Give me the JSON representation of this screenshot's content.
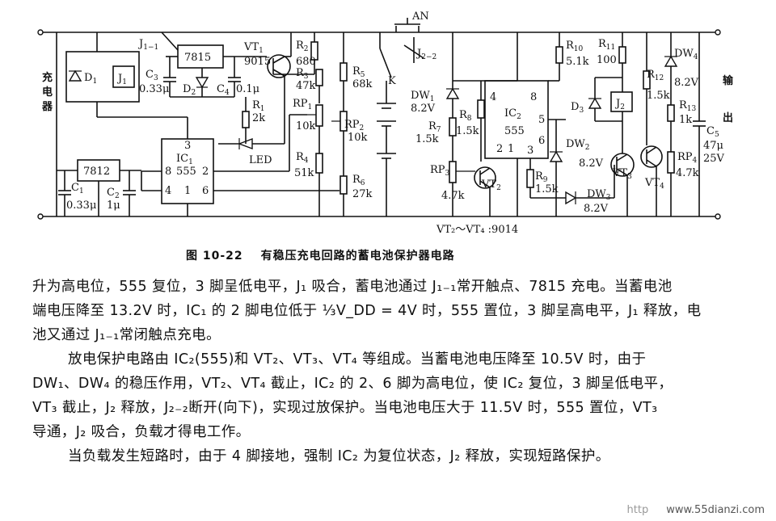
{
  "figure": {
    "labels": {
      "charge": [
        "充",
        "电",
        "器"
      ],
      "output": [
        "输",
        "出"
      ],
      "D1": "D",
      "D1_sub": "1",
      "J1": "J",
      "J1_sub": "1",
      "J1_1": "J",
      "J1_1_sub": "1−1",
      "reg7815": "7815",
      "reg7812": "7812",
      "C3": "C",
      "C3_sub": "3",
      "C3_val": "0.33μ",
      "D2": "D",
      "D2_sub": "2",
      "C4": "C",
      "C4_sub": "4",
      "C4_val": "0.1μ",
      "VT1": "VT",
      "VT1_sub": "1",
      "VT1_val": "9015",
      "R2": "R",
      "R2_sub": "2",
      "R2_val": "680",
      "R3": "R",
      "R3_sub": "3",
      "R3_val": "47k",
      "R1": "R",
      "R1_sub": "1",
      "R1_val": "2k",
      "LED": "LED",
      "RP1": "RP",
      "RP1_sub": "1",
      "RP1_val": "10k",
      "R4": "R",
      "R4_sub": "4",
      "R4_val": "51k",
      "IC1": "IC",
      "IC1_sub": "1",
      "IC1_555": "555",
      "IC1_pins": [
        "3",
        "8",
        "2",
        "4",
        "1",
        "6"
      ],
      "C1": "C",
      "C1_sub": "1",
      "C1_val": "0.33μ",
      "C2": "C",
      "C2_sub": "2",
      "C2_val": "1μ",
      "R5": "R",
      "R5_sub": "5",
      "R5_val": "68k",
      "RP2": "RP",
      "RP2_sub": "2",
      "RP2_val": "10k",
      "R6": "R",
      "R6_sub": "6",
      "R6_val": "27k",
      "K": "K",
      "AN": "AN",
      "J2_2": "J",
      "J2_2_sub": "2−2",
      "DW1": "DW",
      "DW1_sub": "1",
      "DW1_val": "8.2V",
      "R7": "R",
      "R7_sub": "7",
      "R7_val": "1.5k",
      "R8": "R",
      "R8_sub": "8",
      "R8_val": "1.5k",
      "RP3": "RP",
      "RP3_sub": "3",
      "RP3_val": "4.7k",
      "VT2": "VT",
      "VT2_sub": "2",
      "IC2": "IC",
      "IC2_sub": "2",
      "IC2_555": "555",
      "IC2_pins": [
        "4",
        "8",
        "5",
        "6",
        "2",
        "1",
        "3"
      ],
      "R9": "R",
      "R9_sub": "9",
      "R9_val": "1.5k",
      "R10": "R",
      "R10_sub": "10",
      "R10_val": "5.1k",
      "R11": "R",
      "R11_sub": "11",
      "R11_val": "100",
      "D3": "D",
      "D3_sub": "3",
      "J2": "J",
      "J2_sub": "2",
      "DW2": "DW",
      "DW2_sub": "2",
      "DW2_val": "8.2V",
      "DW3": "DW",
      "DW3_sub": "3",
      "DW3_val": "8.2V",
      "VT3": "VT",
      "VT3_sub": "3",
      "R12": "R",
      "R12_sub": "12",
      "R12_val": "1.5k",
      "R13": "R",
      "R13_sub": "13",
      "R13_val": "1k",
      "VT4": "VT",
      "VT4_sub": "4",
      "RP4": "RP",
      "RP4_sub": "4",
      "RP4_val": "4.7k",
      "DW4": "DW",
      "DW4_sub": "4",
      "DW4_val": "8.2V",
      "C5": "C",
      "C5_sub": "5",
      "C5_val1": "47μ",
      "C5_val2": "25V",
      "transistor_note": "VT₂～VT₄ :9014"
    }
  },
  "caption": {
    "number": "图 10-22",
    "title": "有稳压充电回路的蓄电池保护器电路"
  },
  "paragraphs": [
    "升为高电位，555 复位，3 脚呈低电平，J₁ 吸合，蓄电池通过 J₁₋₁常开触点、7815 充电。当蓄电池",
    "端电压降至 13.2V 时，IC₁ 的 2 脚电位低于 ⅓V_DD = 4V 时，555 置位，3 脚呈高电平，J₁ 释放，电",
    "池又通过 J₁₋₁常闭触点充电。",
    "放电保护电路由 IC₂(555)和 VT₂、VT₃、VT₄ 等组成。当蓄电池电压降至 10.5V 时，由于",
    "DW₁、DW₄ 的稳压作用，VT₂、VT₄ 截止，IC₂ 的 2、6 脚为高电位，使 IC₂ 复位，3 脚呈低电平，",
    "VT₃ 截止，J₂ 释放，J₂₋₂断开(向下)，实现过放保护。当电池电压大于 11.5V 时，555 置位，VT₃",
    "导通，J₂ 吸合，负载才得电工作。",
    "当负载发生短路时，由于 4 脚接地，强制 IC₂ 为复位状态，J₂ 释放，实现短路保护。"
  ],
  "watermark": {
    "left": "http",
    "right": "www.55dianzi.com"
  }
}
